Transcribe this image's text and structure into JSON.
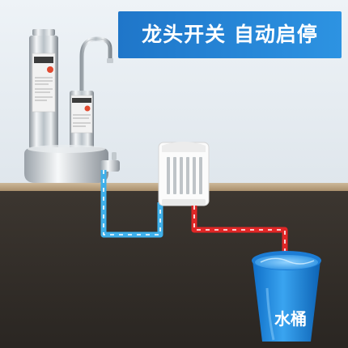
{
  "banner": {
    "text": "龙头开关  自动启停"
  },
  "bucket": {
    "label": "水桶"
  },
  "colors": {
    "banner_bg": "#2287d6",
    "inlet_pipe": "#45b3ec",
    "outlet_pipe": "#e02626",
    "water": "#1e8fe6"
  },
  "icons": [
    "purifier-unit",
    "faucet",
    "pump-box",
    "water-bucket",
    "flow-arrow"
  ]
}
